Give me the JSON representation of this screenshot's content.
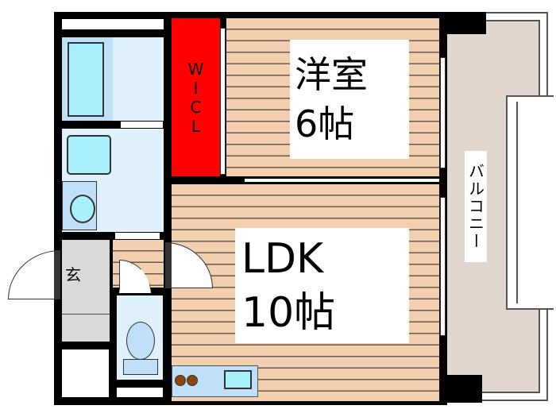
{
  "rooms": {
    "western_room": {
      "name": "洋室",
      "size": "6帖"
    },
    "ldk": {
      "name": "LDK",
      "size": "10帖"
    },
    "wicl": {
      "name": "W\nI\nC\nL"
    },
    "entrance": {
      "name": "玄"
    },
    "balcony": {
      "name": "バルコニー"
    }
  },
  "colors": {
    "wood": "#f2cfae",
    "wicl": "#ff0000",
    "water": "#dff1fc",
    "balcony": "#e0d6cd",
    "entrance": "#d9d9d9"
  }
}
